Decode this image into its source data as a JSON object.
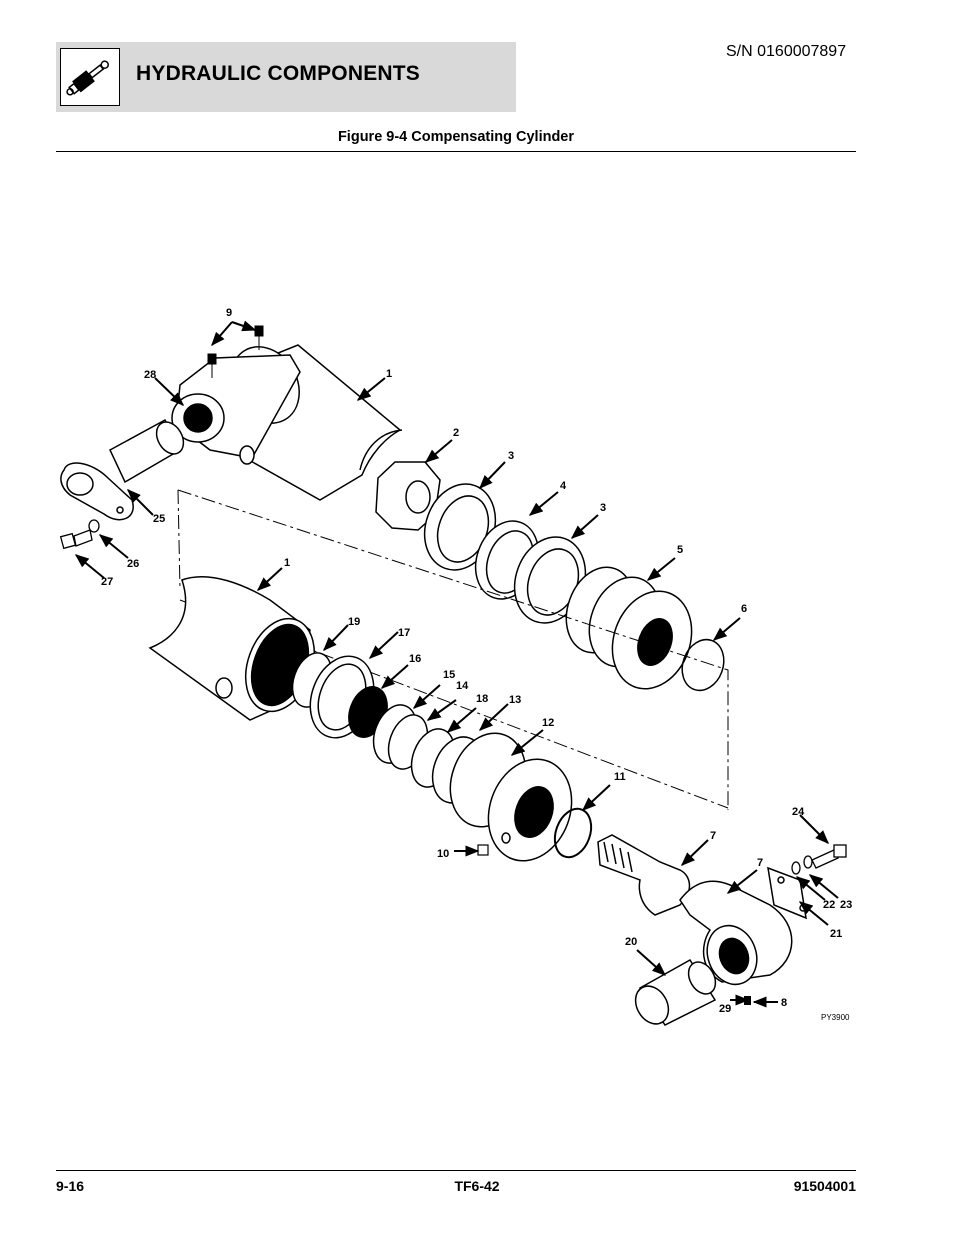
{
  "header": {
    "section_title": "HYDRAULIC COMPONENTS",
    "serial_number": "S/N 0160007897",
    "logo_icon": "hydraulic-cylinder-icon"
  },
  "figure": {
    "title": "Figure 9-4 Compensating Cylinder",
    "drawing_ref": "PY3900",
    "callouts": {
      "c9": "9",
      "c28": "28",
      "c1a": "1",
      "c2": "2",
      "c3a": "3",
      "c4": "4",
      "c3b": "3",
      "c5": "5",
      "c6": "6",
      "c25": "25",
      "c26": "26",
      "c27": "27",
      "c1b": "1",
      "c19": "19",
      "c17": "17",
      "c16": "16",
      "c15": "15",
      "c14": "14",
      "c18": "18",
      "c13": "13",
      "c12": "12",
      "c11": "11",
      "c10": "10",
      "c7a": "7",
      "c7b": "7",
      "c24": "24",
      "c23": "23",
      "c22": "22",
      "c21": "21",
      "c20": "20",
      "c29": "29",
      "c8": "8"
    }
  },
  "footer": {
    "page_number": "9-16",
    "model": "TF6-42",
    "manual_number": "91504001"
  }
}
